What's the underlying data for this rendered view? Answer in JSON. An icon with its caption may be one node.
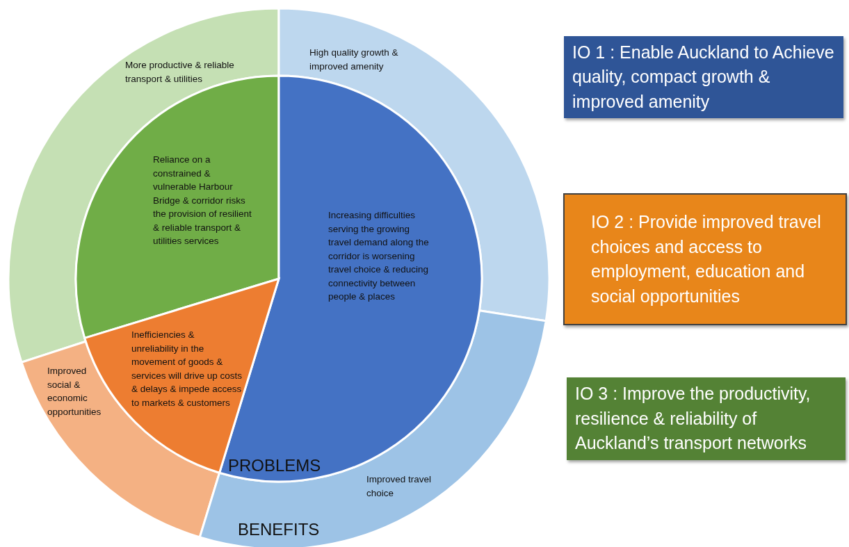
{
  "diagram": {
    "nodes": [
      {
        "text": [
          "More productive & reliable transport & utilities"
        ]
      },
      {
        "text": [
          "High quality growth & improved amenity"
        ]
      },
      {
        "text": [
          "IO 1 : Enable Auckland to Achieve quality, compact growth & improved amenity"
        ]
      },
      {
        "text": [
          "Reliance on a constrained & vulnerable Harbour Bridge & corridor risks the provision of resilient & reliable transport & utilities services"
        ]
      },
      {
        "text": [
          "Increasing difficulties serving the growing travel demand along the corridor is worsening travel choice & reducing connectivity between people & places"
        ]
      },
      {
        "text": [
          "IO 2 : Provide improved travel choices and access to employment, education and social opportunities"
        ]
      },
      {
        "text": [
          "Inefficiencies & unreliability in the movement of goods & services will drive up costs & delays & impede access to markets & customers"
        ]
      },
      {
        "text": [
          "Improved social & economic opportunities"
        ]
      },
      {
        "text": [
          "IO 3 : Improve the productivity, resilience & reliability of Auckland’s transport networks"
        ]
      },
      {
        "text": [
          "Improved travel choice"
        ]
      }
    ],
    "labels": [
      "PROBLEMS",
      "BENEFITS"
    ]
  }
}
